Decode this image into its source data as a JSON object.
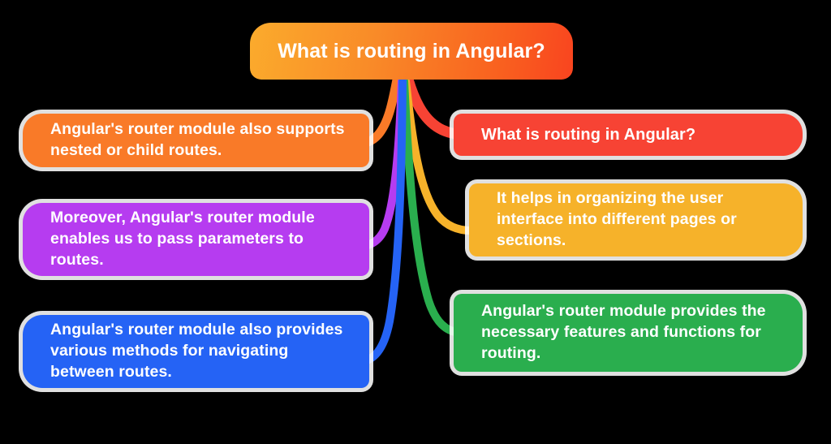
{
  "diagram": {
    "type": "mindmap",
    "background_color": "#000000",
    "title": "What is routing in Angular?",
    "central_node": {
      "text": "What is routing in Angular?",
      "gradient_from": "#FBAB2C",
      "gradient_to": "#F9441F",
      "text_color": "#FFFFFF"
    },
    "branches": [
      {
        "id": "nested",
        "side": "left",
        "text": "Angular's router module also supports nested or child routes.",
        "color": "#F97A28",
        "connector_color": "#F97A28"
      },
      {
        "id": "params",
        "side": "left",
        "text": "Moreover, Angular's router module enables us to pass parameters to routes.",
        "color": "#B63CF0",
        "connector_color": "#B63CF0"
      },
      {
        "id": "navigate",
        "side": "left",
        "text": "Angular's router module also provides various methods for navigating between routes.",
        "color": "#2563F5",
        "connector_color": "#2563F5"
      },
      {
        "id": "question",
        "side": "right",
        "text": "What is routing in Angular?",
        "color": "#F74334",
        "connector_color": "#F74334"
      },
      {
        "id": "organize",
        "side": "right",
        "text": "It helps in organizing the user interface into different pages or sections.",
        "color": "#F6B22A",
        "connector_color": "#F6B22A"
      },
      {
        "id": "features",
        "side": "right",
        "text": "Angular's router module provides the necessary features and functions for routing.",
        "color": "#2AAE4E",
        "connector_color": "#2AAE4E"
      }
    ]
  }
}
